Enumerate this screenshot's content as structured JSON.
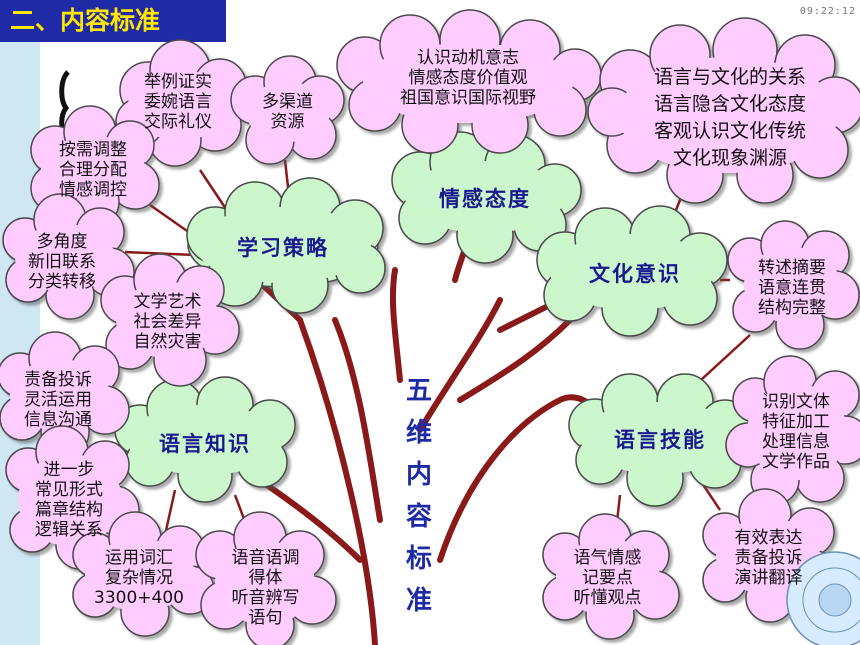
{
  "slide_title": "二、内容标准",
  "clock": "09:22:12",
  "center_title": "五维内容标准",
  "center_chars": [
    "五",
    "维",
    "内",
    "容",
    "标",
    "准"
  ],
  "main_nodes": {
    "strategy": "学习策略",
    "emotion": "情感态度",
    "culture": "文化意识",
    "knowledge": "语言知识",
    "skill": "语言技能"
  },
  "sub_nodes": {
    "etiquette": [
      "举例证实",
      "委婉语言",
      "交际礼仪"
    ],
    "channels": [
      "多渠道",
      "资源"
    ],
    "motivation": [
      "认识动机意志",
      "情感态度价值观",
      "祖国意识国际视野"
    ],
    "culture_rel": [
      "语言与文化的关系",
      "语言隐含文化态度",
      "客观认识文化传统",
      "文化现象渊源"
    ],
    "adjust": [
      "按需调整",
      "合理分配",
      "情感调控"
    ],
    "multi": [
      "多角度",
      "新旧联系",
      "分类转移"
    ],
    "literature": [
      "文学艺术",
      "社会差异",
      "自然灾害"
    ],
    "summary": [
      "转述摘要",
      "语意连贯",
      "结构完整"
    ],
    "communication": [
      "责备投诉",
      "灵活运用",
      "信息沟通"
    ],
    "genre": [
      "识别文体",
      "特征加工",
      "处理信息",
      "文学作品"
    ],
    "discourse": [
      "进一步",
      "常见形式",
      "篇章结构",
      "逻辑关系"
    ],
    "vocabulary": [
      "运用词汇",
      "复杂情况",
      "3300+400"
    ],
    "phonetics": [
      "语音语调",
      "得体",
      "听音辨写",
      "语句"
    ],
    "tone": [
      "语气情感",
      "记要点",
      "听懂观点"
    ],
    "expression": [
      "有效表达",
      "责备投诉",
      "演讲翻译"
    ]
  },
  "colors": {
    "title_bg": "#1f2aa6",
    "title_text": "#ffe600",
    "main_cloud": "#ccf7cc",
    "sub_cloud": "#ffccff",
    "branch": "#8a1a1a",
    "label_text": "#1a1a90"
  }
}
